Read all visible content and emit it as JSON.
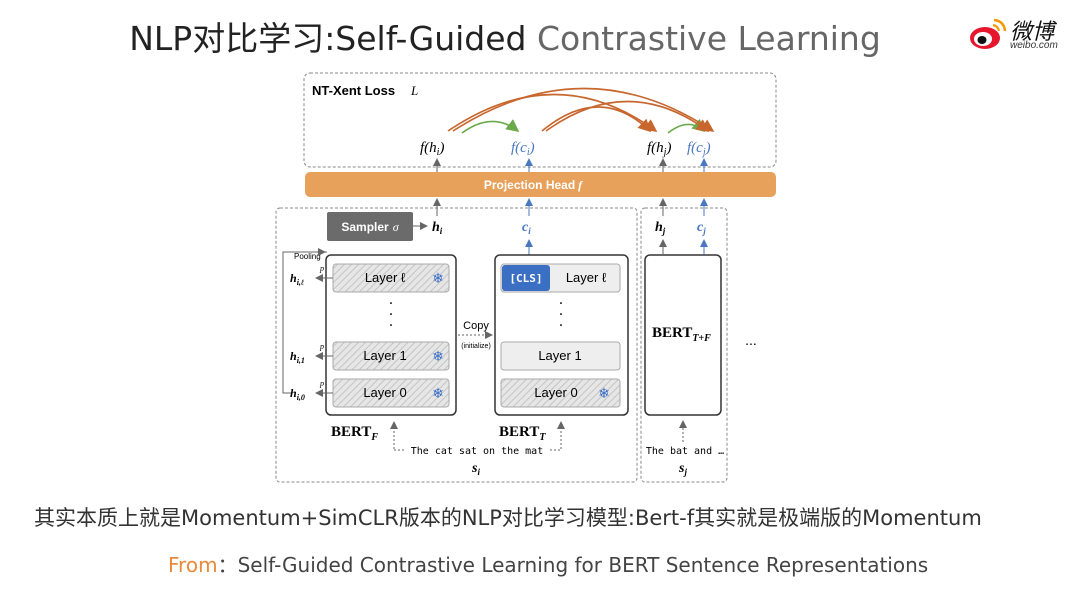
{
  "header": {
    "title_main": "NLP对比学习:Self-Guided",
    "title_light": " Contrastive Learning",
    "logo_text": "微博",
    "logo_sub": "weibo.com"
  },
  "diagram": {
    "loss_label": "NT-Xent Loss",
    "loss_symbol": "L",
    "outputs": [
      "f(h",
      "f(c",
      "f(h",
      "f(c"
    ],
    "output_subs": [
      "i",
      "i",
      "j",
      "j"
    ],
    "projection_label": "Projection Head",
    "projection_symbol": "f",
    "sampler_label": "Sampler",
    "sampler_symbol": "σ",
    "h_i": "h",
    "h_i_sub": "i",
    "c_i": "c",
    "c_i_sub": "i",
    "h_j": "h",
    "h_j_sub": "j",
    "c_j": "c",
    "c_j_sub": "j",
    "pooling": "Pooling",
    "p": "p",
    "frozen_layers": [
      "Layer ℓ",
      "Layer 1",
      "Layer 0"
    ],
    "tuned_layers": [
      "Layer ℓ",
      "Layer 1",
      "Layer 0"
    ],
    "cls_label": "[CLS]",
    "ellipsis_dot": "·",
    "h_il": "h",
    "h_il_sub": "i,ℓ",
    "h_i1": "h",
    "h_i1_sub": "i,1",
    "h_i0": "h",
    "h_i0_sub": "i,0",
    "copy_label": "Copy",
    "initialize_label": "(initialize)",
    "bert_f": "BERT",
    "bert_f_sub": "F",
    "bert_t": "BERT",
    "bert_t_sub": "T",
    "bert_tf": "BERT",
    "bert_tf_sub": "T+F",
    "more": "...",
    "sentence_i": "The cat sat on the mat",
    "sentence_j": "The bat and …",
    "s_i": "s",
    "s_i_sub": "i",
    "s_j": "s",
    "s_j_sub": "j",
    "snowflake": "❄",
    "colors": {
      "projection": "#e8a15b",
      "blue_arrow": "#4a78c0",
      "green_arc": "#6aaa4a",
      "orange_arc": "#c8662e",
      "cls": "#3a6fc4",
      "sampler": "#6b6b6b"
    }
  },
  "caption": "其实本质上就是Momentum+SimCLR版本的NLP对比学习模型:Bert-f其实就是极端版的Momentum",
  "source": {
    "from_label": "From",
    "separator": "：",
    "text": "Self-Guided Contrastive Learning for BERT Sentence Representations"
  }
}
